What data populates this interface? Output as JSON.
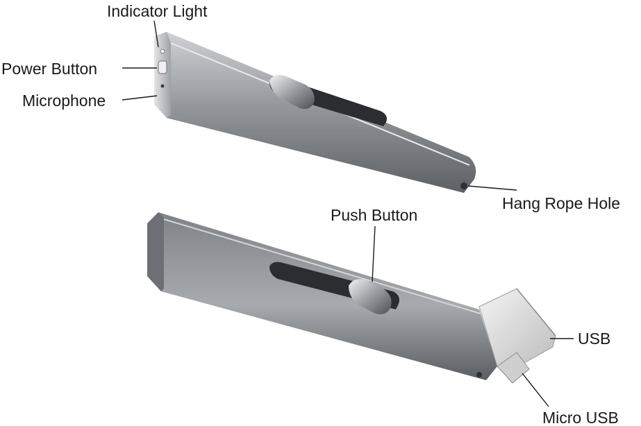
{
  "labels": {
    "indicator_light": "Indicator Light",
    "power_button": "Power Button",
    "microphone": "Microphone",
    "hang_rope_hole": "Hang Rope Hole",
    "push_button": "Push Button",
    "usb": "USB",
    "micro_usb": "Micro USB"
  },
  "colors": {
    "body_dark": "#5b5e63",
    "body_mid": "#8d9095",
    "body_light": "#c9cbce",
    "slot": "#2b2d30",
    "usb_metal": "#dcdcdc",
    "text": "#1a1a1a"
  }
}
